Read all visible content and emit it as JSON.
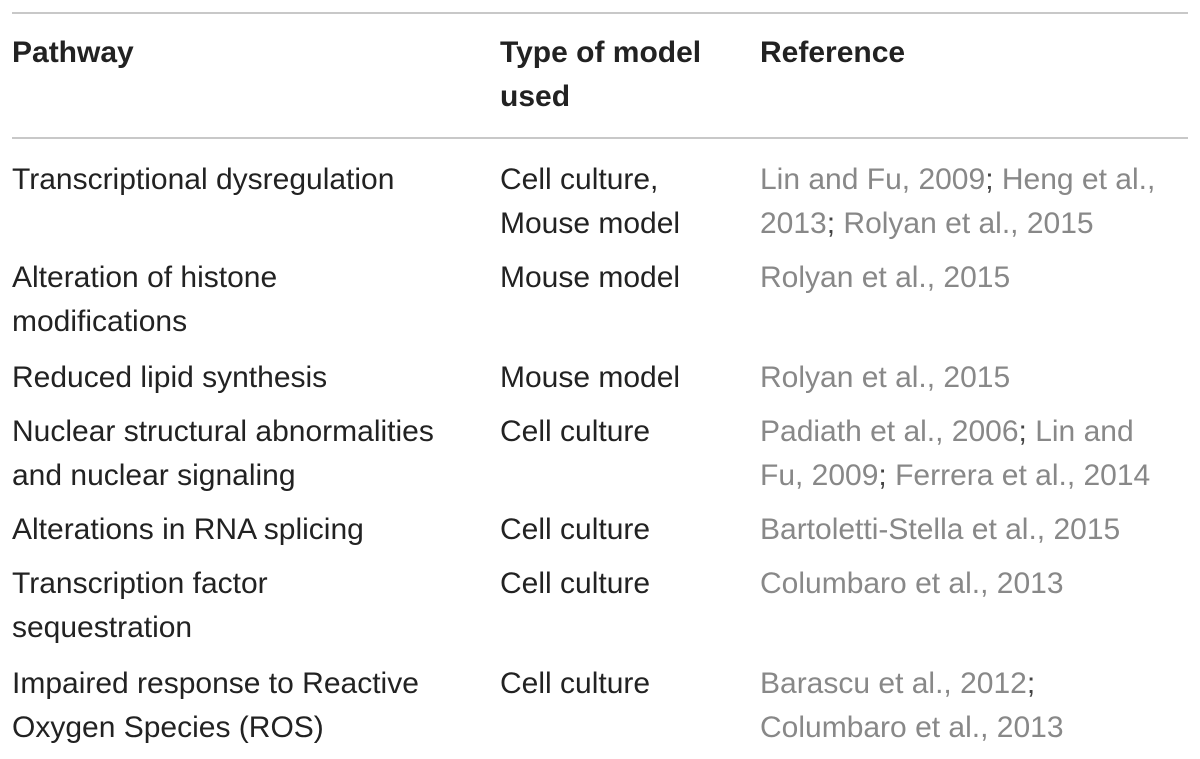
{
  "table": {
    "headers": {
      "pathway": "Pathway",
      "model_line1": "Type of model",
      "model_line2": "used",
      "reference": "Reference"
    },
    "rows": [
      {
        "pathway": [
          "Transcriptional dysregulation"
        ],
        "model": [
          "Cell culture,",
          "Mouse model"
        ],
        "reference": [
          [
            "Lin and Fu, 2009",
            "; ",
            "Heng et al.,"
          ],
          [
            "2013",
            "; ",
            "Rolyan et al., 2015"
          ]
        ]
      },
      {
        "pathway": [
          "Alteration of histone",
          "modifications"
        ],
        "model": [
          "Mouse model"
        ],
        "reference": [
          [
            "Rolyan et al., 2015"
          ]
        ]
      },
      {
        "pathway": [
          "Reduced lipid synthesis"
        ],
        "model": [
          "Mouse model"
        ],
        "reference": [
          [
            "Rolyan et al., 2015"
          ]
        ]
      },
      {
        "pathway": [
          "Nuclear structural abnormalities",
          "and nuclear signaling"
        ],
        "model": [
          "Cell culture"
        ],
        "reference": [
          [
            "Padiath et al., 2006",
            "; ",
            "Lin and"
          ],
          [
            "Fu, 2009",
            "; ",
            "Ferrera et al., 2014"
          ]
        ]
      },
      {
        "pathway": [
          "Alterations in RNA splicing"
        ],
        "model": [
          "Cell culture"
        ],
        "reference": [
          [
            "Bartoletti-Stella et al., 2015"
          ]
        ]
      },
      {
        "pathway": [
          "Transcription factor",
          "sequestration"
        ],
        "model": [
          "Cell culture"
        ],
        "reference": [
          [
            "Columbaro et al., 2013"
          ]
        ]
      },
      {
        "pathway": [
          "Impaired response to Reactive",
          "Oxygen Species (ROS)"
        ],
        "model": [
          "Cell culture"
        ],
        "reference": [
          [
            "Barascu et al., 2012",
            ";"
          ],
          [
            "Columbaro et al., 2013"
          ]
        ]
      }
    ]
  }
}
